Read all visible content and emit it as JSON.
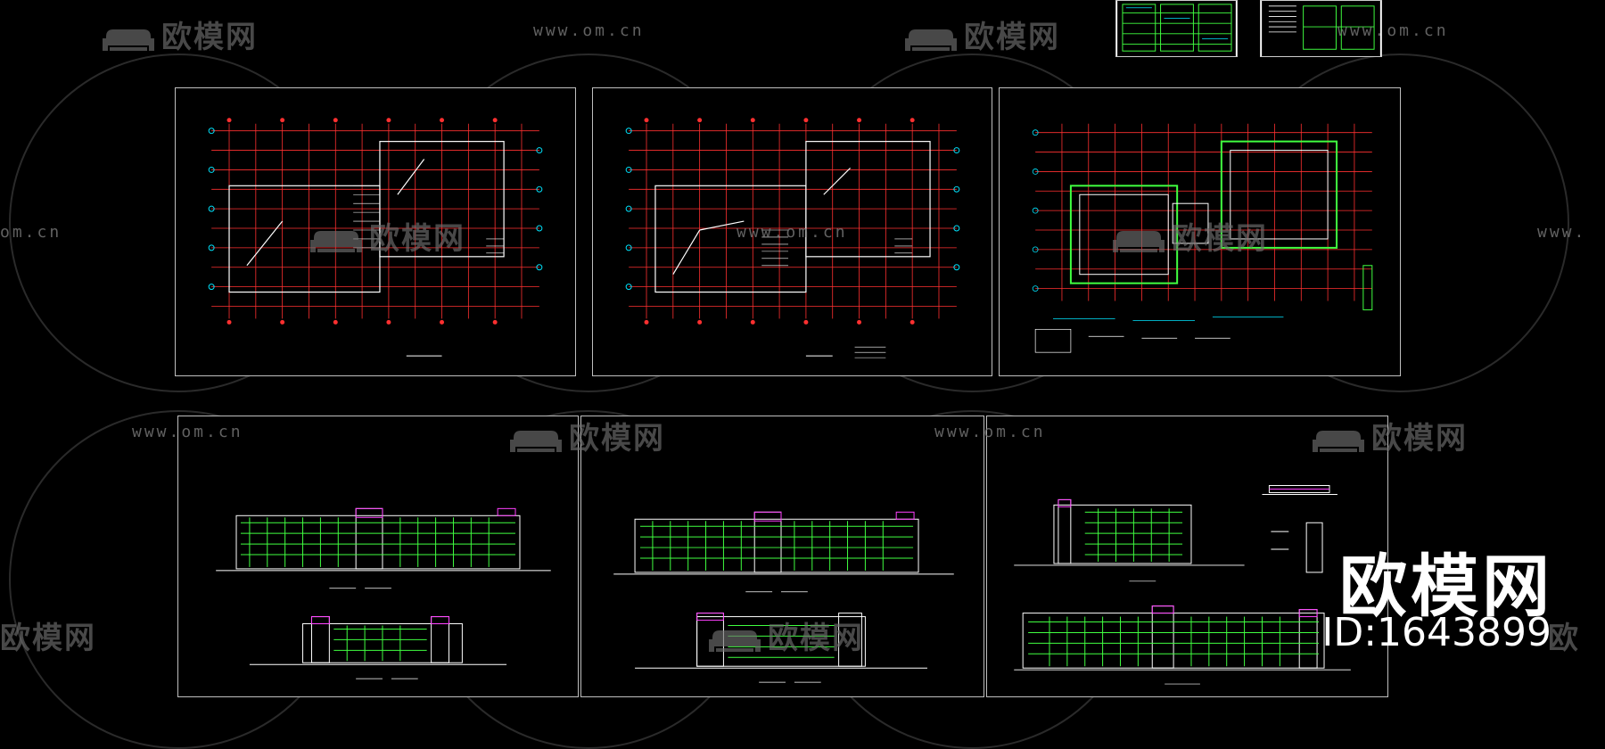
{
  "watermark": {
    "brand_cn": "欧模网",
    "brand_cn_partial": "欧模网",
    "brand_cn_cut": "欧",
    "url": "www.om.cn",
    "url_cut": "om.cn",
    "url_cut_right": "www."
  },
  "brand_badge": {
    "name": "欧模网",
    "id_text": "ID:1643899"
  },
  "colors": {
    "background": "#000000",
    "sheet_border": "#bfbfbf",
    "grid_red": "#ff3030",
    "wall_white": "#ffffff",
    "window_green": "#40ff40",
    "annotation_cyan": "#00e5ff",
    "yellow": "#ffff00",
    "magenta": "#ff40ff"
  },
  "sheets": [
    {
      "kind": "floor-plan"
    },
    {
      "kind": "floor-plan"
    },
    {
      "kind": "floor-plan"
    },
    {
      "kind": "elevation"
    },
    {
      "kind": "elevation"
    },
    {
      "kind": "elevation-section"
    }
  ],
  "icons": [
    "sofa-logo-icon"
  ]
}
